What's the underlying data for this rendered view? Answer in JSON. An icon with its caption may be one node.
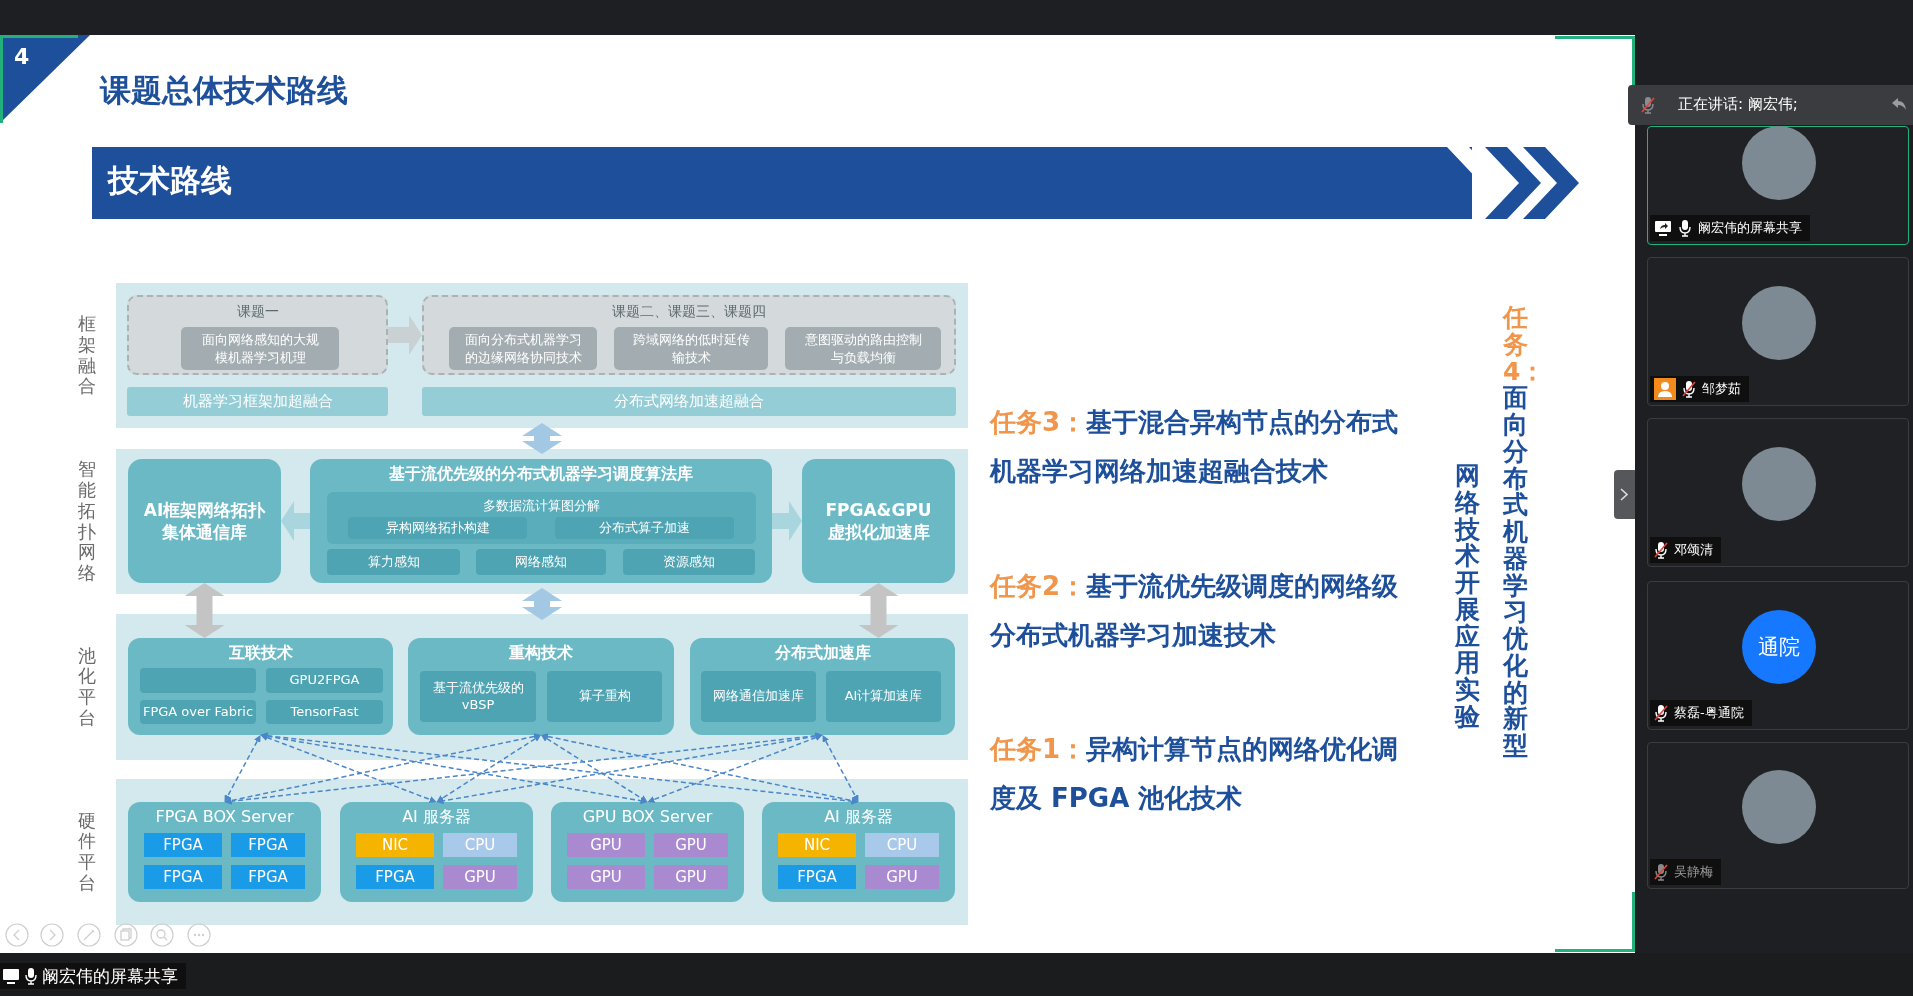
{
  "diagram": {
    "title": "课题总体技术路线",
    "nodes": [
      {
        "text": [
          "框架融合"
        ]
      },
      {
        "text": [
          "课题一"
        ],
        "in": 0
      },
      {
        "text": [
          "面向网络感知的大规模机器学习机理"
        ],
        "in": 1
      },
      {
        "text": [
          "课题二、课题三、课题四"
        ],
        "in": 0
      },
      {
        "text": [
          "面向分布式机器学习的边缘网络协同技术"
        ],
        "in": 3
      },
      {
        "text": [
          "跨域网络的低时延传输技术"
        ],
        "in": 3
      },
      {
        "text": [
          "意图驱动的路由控制与负载均衡"
        ],
        "in": 3
      },
      {
        "text": [
          "机器学习框架加超融合"
        ],
        "in": 0
      },
      {
        "text": [
          "分布式网络加速超融合"
        ],
        "in": 0
      },
      {
        "text": [
          "智能拓扑网络"
        ]
      },
      {
        "text": [
          "AI框架网络拓扑集体通信库"
        ],
        "in": 9
      },
      {
        "text": [
          "基于流优先级的分布式机器学习调度算法库"
        ],
        "in": 9
      },
      {
        "text": [
          "多数据流计算图分解"
        ],
        "in": 11
      },
      {
        "text": [
          "异构网络拓扑构建"
        ],
        "in": 12
      },
      {
        "text": [
          "分布式算子加速"
        ],
        "in": 12
      },
      {
        "text": [
          "算力感知"
        ],
        "in": 11
      },
      {
        "text": [
          "网络感知"
        ],
        "in": 11
      },
      {
        "text": [
          "资源感知"
        ],
        "in": 11
      },
      {
        "text": [
          "FPGA&GPU 虚拟化加速库"
        ],
        "in": 9
      },
      {
        "text": [
          "池化平台"
        ]
      },
      {
        "text": [
          "互联技术"
        ],
        "in": 19
      },
      {
        "text": [],
        "shape": "box",
        "in": 20
      },
      {
        "text": [
          "GPU2FPGA"
        ],
        "in": 20
      },
      {
        "text": [
          "FPGA over Fabric"
        ],
        "in": 20
      },
      {
        "text": [
          "TensorFast"
        ],
        "in": 20
      },
      {
        "text": [
          "重构技术"
        ],
        "in": 19
      },
      {
        "text": [
          "基于流优先级的 vBSP"
        ],
        "in": 25
      },
      {
        "text": [
          "算子重构"
        ],
        "in": 25
      },
      {
        "text": [
          "分布式加速库"
        ],
        "in": 19
      },
      {
        "text": [
          "网络通信加速库"
        ],
        "in": 28
      },
      {
        "text": [
          "AI计算加速库"
        ],
        "in": 28
      },
      {
        "text": [
          "硬件平台"
        ]
      },
      {
        "text": [
          "FPGA BOX Server"
        ],
        "in": 31
      },
      {
        "text": [
          "FPGA"
        ],
        "in": 32
      },
      {
        "text": [
          "FPGA"
        ],
        "in": 32
      },
      {
        "text": [
          "FPGA"
        ],
        "in": 32
      },
      {
        "text": [
          "FPGA"
        ],
        "in": 32
      },
      {
        "text": [
          "AI 服务器"
        ],
        "in": 31
      },
      {
        "text": [
          "NIC"
        ],
        "in": 37
      },
      {
        "text": [
          "CPU"
        ],
        "in": 37
      },
      {
        "text": [
          "FPGA"
        ],
        "in": 37
      },
      {
        "text": [
          "GPU"
        ],
        "in": 37
      },
      {
        "text": [
          "GPU BOX Server"
        ],
        "in": 31
      },
      {
        "text": [
          "GPU"
        ],
        "in": 42
      },
      {
        "text": [
          "GPU"
        ],
        "in": 42
      },
      {
        "text": [
          "GPU"
        ],
        "in": 42
      },
      {
        "text": [
          "GPU"
        ],
        "in": 42
      },
      {
        "text": [
          "AI 服务器"
        ],
        "in": 31
      },
      {
        "text": [
          "NIC"
        ],
        "in": 47
      },
      {
        "text": [
          "CPU"
        ],
        "in": 47
      },
      {
        "text": [
          "FPGA"
        ],
        "in": 47
      },
      {
        "text": [
          "GPU"
        ],
        "in": 47
      }
    ],
    "edges": [
      {
        "from": 1,
        "to": 3,
        "arrow": "to",
        "style": "thick",
        "color": "#c9d1d4"
      },
      {
        "from": 0,
        "to": 9,
        "arrow": "both",
        "style": "thick",
        "color": "#a3c8e3"
      },
      {
        "from": 11,
        "to": 10,
        "arrow": "to",
        "style": "thick",
        "color": "#a9d6de"
      },
      {
        "from": 11,
        "to": 18,
        "arrow": "to",
        "style": "thick",
        "color": "#a9d6de"
      },
      {
        "from": 10,
        "to": 20,
        "arrow": "both",
        "style": "thick",
        "color": "#c4c4c4"
      },
      {
        "from": 9,
        "to": 19,
        "arrow": "both",
        "style": "thick",
        "color": "#a3c8e3"
      },
      {
        "from": 18,
        "to": 28,
        "arrow": "both",
        "style": "thick",
        "color": "#c4c4c4"
      },
      {
        "from": 20,
        "to": 32,
        "arrow": "both",
        "style": "dashed"
      },
      {
        "from": 20,
        "to": 37,
        "arrow": "both",
        "style": "dashed"
      },
      {
        "from": 20,
        "to": 42,
        "arrow": "both",
        "style": "dashed"
      },
      {
        "from": 20,
        "to": 47,
        "arrow": "both",
        "style": "dashed"
      },
      {
        "from": 25,
        "to": 32,
        "arrow": "both",
        "style": "dashed"
      },
      {
        "from": 25,
        "to": 37,
        "arrow": "both",
        "style": "dashed"
      },
      {
        "from": 25,
        "to": 42,
        "arrow": "both",
        "style": "dashed"
      },
      {
        "from": 25,
        "to": 47,
        "arrow": "both",
        "style": "dashed"
      },
      {
        "from": 28,
        "to": 32,
        "arrow": "both",
        "style": "dashed"
      },
      {
        "from": 28,
        "to": 37,
        "arrow": "both",
        "style": "dashed"
      },
      {
        "from": 28,
        "to": 42,
        "arrow": "both",
        "style": "dashed"
      },
      {
        "from": 28,
        "to": 47,
        "arrow": "both",
        "style": "dashed"
      }
    ],
    "labels": [
      "4",
      "技术路线",
      "任务3：",
      "基于混合异构节点的分布式机器学习网络加速超融合技术",
      "任务2：",
      "基于流优先级调度的网络级分布式机器学习加速技术",
      "任务1：",
      "异构计算节点的网络优化调度及 FPGA 池化技术",
      "任务4：",
      "面向分布式机器学习优化的新型",
      "网络技术开展应用实验",
      "正在讲话: 阚宏伟;",
      "阚宏伟的屏幕共享",
      "邹梦茹",
      "邓颂清",
      "通院",
      "蔡磊-粤通院",
      "吴静梅",
      "阚宏伟的屏幕共享"
    ]
  }
}
